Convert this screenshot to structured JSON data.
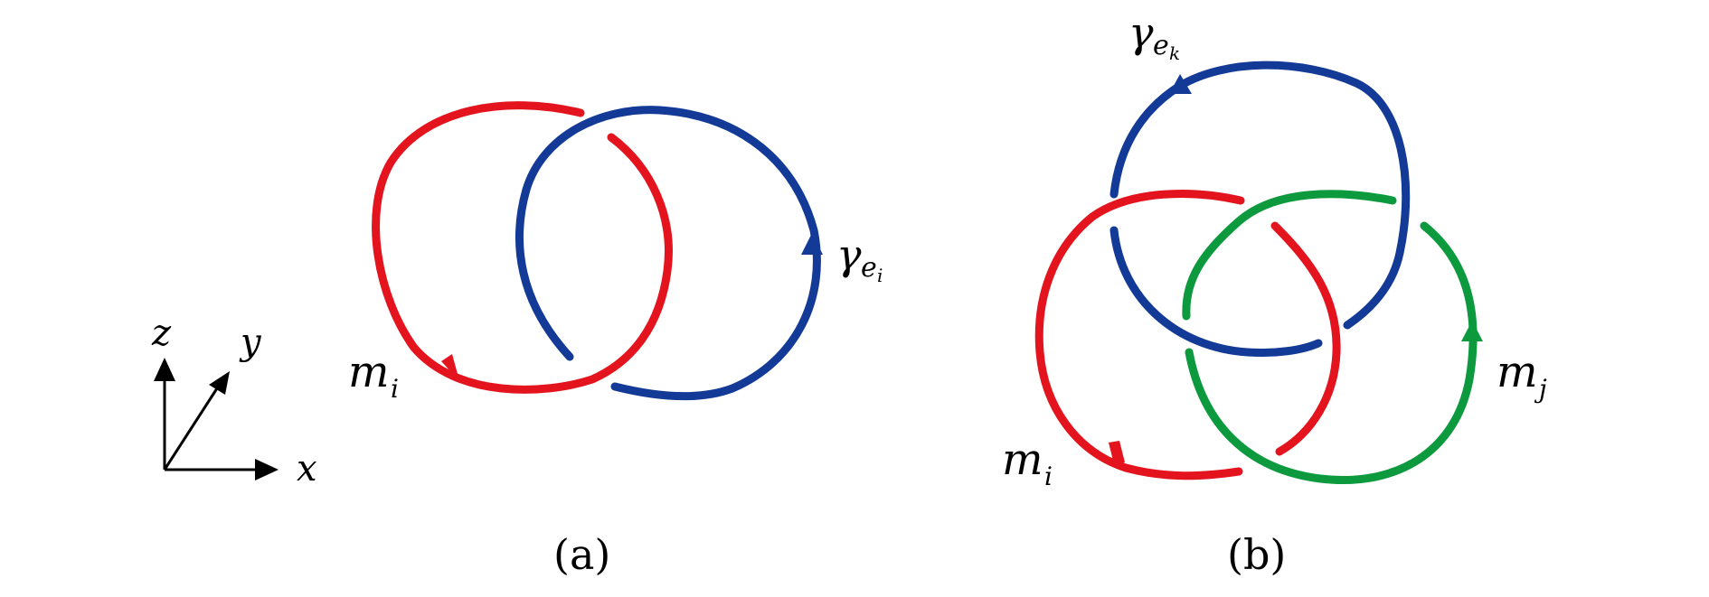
{
  "colors": {
    "red": "#e3141e",
    "blue": "#123a96",
    "green": "#0d9a3e",
    "black": "#000000"
  },
  "axes": {
    "z": "z",
    "y": "y",
    "x": "x"
  },
  "panel_a": {
    "caption": "(a)",
    "m_label": {
      "base": "m",
      "sub": "i"
    },
    "gamma_label": {
      "base": "γ",
      "sub": "e",
      "subsub": "i"
    }
  },
  "panel_b": {
    "caption": "(b)",
    "gamma_label": {
      "base": "γ",
      "sub": "e",
      "subsub": "k"
    },
    "mi_label": {
      "base": "m",
      "sub": "i"
    },
    "mj_label": {
      "base": "m",
      "sub": "j"
    }
  }
}
